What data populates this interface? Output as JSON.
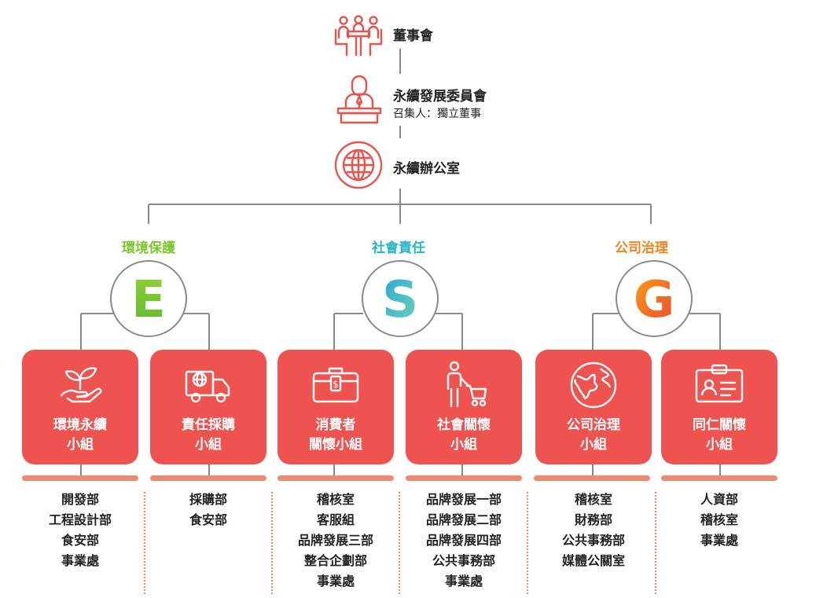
{
  "board": {
    "label": "董事會",
    "icon": "meeting-table-icon"
  },
  "committee": {
    "label": "永續發展委員會",
    "sublabel": "召集人：獨立董事",
    "icon": "speaker-podium-icon"
  },
  "office": {
    "label": "永續辦公室",
    "icon": "globe-icon"
  },
  "pillars": [
    {
      "label": "環境保護",
      "letter": "E",
      "color": "#7cc62e"
    },
    {
      "label": "社會責任",
      "letter": "S",
      "color": "#26b6c8"
    },
    {
      "label": "公司治理",
      "letter": "G",
      "color": "#f5811f"
    }
  ],
  "groups": [
    {
      "line1": "環境永續",
      "line2": "小組",
      "icon": "seedling-hand-icon",
      "members": [
        "開發部",
        "工程設計部",
        "食安部",
        "事業處"
      ]
    },
    {
      "line1": "責任採購",
      "line2": "小組",
      "icon": "delivery-truck-icon",
      "members": [
        "採購部",
        "食安部"
      ]
    },
    {
      "line1": "消費者",
      "line2": "關懷小組",
      "icon": "briefcase-money-icon",
      "members": [
        "稽核室",
        "客服組",
        "品牌發展三部",
        "整合企劃部",
        "事業處"
      ]
    },
    {
      "line1": "社會關懷",
      "line2": "小組",
      "icon": "person-cart-icon",
      "members": [
        "品牌發展一部",
        "品牌發展二部",
        "品牌發展四部",
        "公共事務部",
        "事業處"
      ]
    },
    {
      "line1": "公司治理",
      "line2": "小組",
      "icon": "world-map-icon",
      "members": [
        "稽核室",
        "財務部",
        "公共事務部",
        "媒體公關室"
      ]
    },
    {
      "line1": "同仁關懷",
      "line2": "小組",
      "icon": "id-badge-icon",
      "members": [
        "人資部",
        "稽核室",
        "事業處"
      ]
    }
  ],
  "colors": {
    "card": "#ef5350",
    "connector": "#8a8a8a",
    "accent_bar": "#f08a6e",
    "top_icon": "#e8534a"
  }
}
